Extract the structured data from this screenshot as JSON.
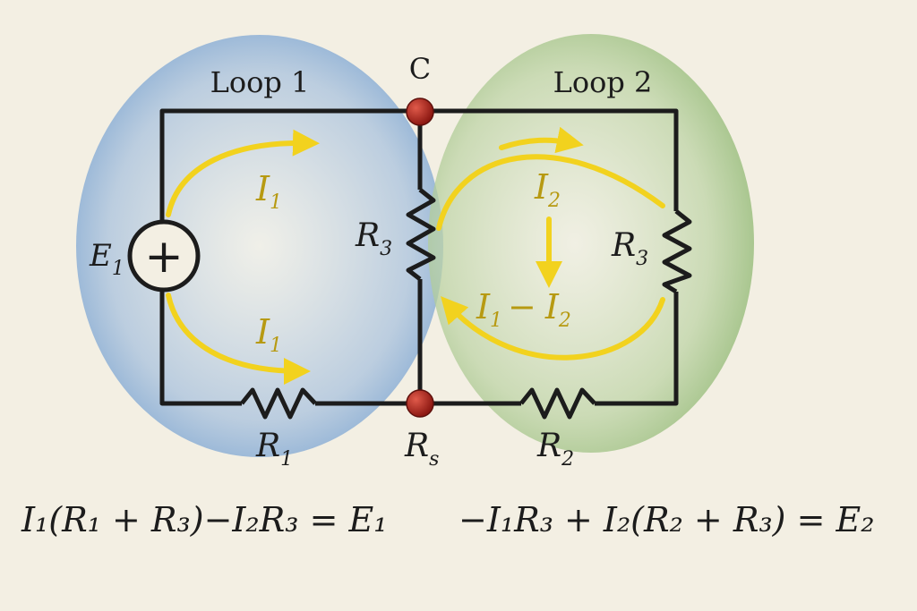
{
  "loops": {
    "loop1_label": "Loop 1",
    "loop2_label": "Loop 2"
  },
  "nodes": {
    "top_node_label": "C",
    "bottom_node_label": "R",
    "bottom_node_subscript": "s"
  },
  "source": {
    "label": "E",
    "subscript": "1",
    "symbol": "+"
  },
  "resistors": {
    "r1": {
      "label": "R",
      "subscript": "1"
    },
    "r2": {
      "label": "R",
      "subscript": "2"
    },
    "r3_middle": {
      "label": "R",
      "subscript": "3"
    },
    "r3_right": {
      "label": "R",
      "subscript": "3"
    }
  },
  "currents": {
    "loop1_top": {
      "label": "I",
      "subscript": "1"
    },
    "loop1_bottom": {
      "label": "I",
      "subscript": "1"
    },
    "loop2": {
      "label": "I",
      "subscript": "2"
    },
    "branch": {
      "label_a": "I",
      "sub_a": "1",
      "minus": "−",
      "label_b": "I",
      "sub_b": "2"
    }
  },
  "equations": {
    "loop1": "I₁(R₁ + R₃)−I₂R₃ = E₁",
    "loop2": "−I₁R₃ + I₂(R₂ + R₃) = E₂"
  },
  "colors": {
    "background": "#f3efe3",
    "loop1_fill": "#8fb0d6",
    "loop2_fill": "#a9c98c",
    "wire": "#1c1c1c",
    "current_arrow": "#f2d21e",
    "node": "#a8211d"
  }
}
